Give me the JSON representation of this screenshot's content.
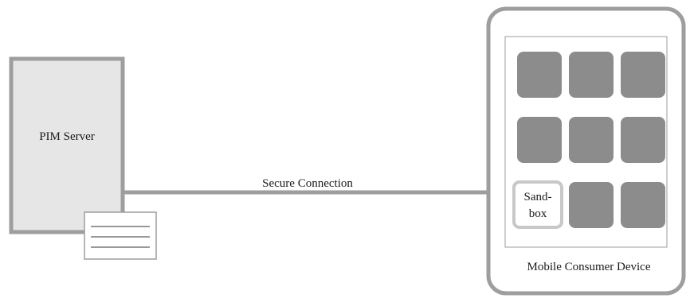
{
  "server": {
    "label": "PIM Server"
  },
  "connection": {
    "label": "Secure Connection"
  },
  "device": {
    "label": "Mobile Consumer Device",
    "sandbox_label_line1": "Sand-",
    "sandbox_label_line2": "box"
  },
  "colors": {
    "frame_gray": "#9e9e9e",
    "server_fill": "#e6e6e6",
    "app_tile": "#8c8c8c",
    "sandbox_border": "#c8c8c8"
  }
}
